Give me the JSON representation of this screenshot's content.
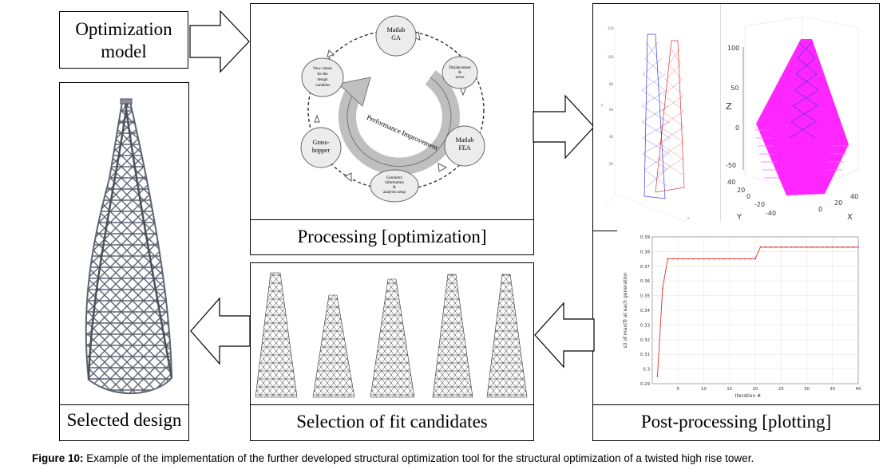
{
  "diagram": {
    "optimization_model_lines": [
      "Optimization",
      "model"
    ],
    "processing_label": "Processing [optimization]",
    "postprocessing_label": "Post-processing [plotting]",
    "selection_label": "Selection of fit candidates",
    "selected_label": "Selected design",
    "cycle": {
      "matlab_ga": [
        "Matlab",
        "GA"
      ],
      "displacement": [
        "Displacement",
        "&",
        "stress"
      ],
      "matlab_fea": [
        "Matlab",
        "FEA"
      ],
      "geometry": [
        "Geometry",
        "information",
        "&",
        "analysis setup"
      ],
      "grasshopper": [
        "Grass-",
        "hopper"
      ],
      "new_values": [
        "New values",
        "for the",
        "design",
        "variables"
      ],
      "center_text": "Performance Improvement"
    },
    "plot3d_right": {
      "z_label": "Z",
      "y_label": "Y",
      "x_label": "X",
      "z_ticks": [
        "100",
        "50",
        "0",
        "-50"
      ],
      "y_ticks": [
        "40",
        "20",
        "0",
        "-20",
        "-40"
      ],
      "x_ticks": [
        "0",
        "20",
        "40"
      ]
    }
  },
  "caption": {
    "label": "Figure 10:",
    "text": " Example of the implementation of the further developed structural optimization tool for the structural optimization of a twisted high rise tower."
  },
  "chart_data": {
    "type": "line",
    "title": "",
    "xlabel": "Iteration #",
    "ylabel": "s3 of max(f) at each generation",
    "xlim": [
      0,
      40
    ],
    "ylim": [
      0.29,
      0.39
    ],
    "x_ticks": [
      5,
      10,
      15,
      20,
      25,
      30,
      35,
      40
    ],
    "y_ticks": [
      0.29,
      0.3,
      0.31,
      0.32,
      0.33,
      0.34,
      0.35,
      0.36,
      0.37,
      0.38,
      0.39
    ],
    "grid": true,
    "series": [
      {
        "color": "#e0302c",
        "x": [
          1,
          2,
          3,
          4,
          5,
          6,
          7,
          8,
          9,
          10,
          11,
          12,
          13,
          14,
          15,
          16,
          17,
          18,
          19,
          20,
          21,
          22,
          23,
          24,
          25,
          26,
          27,
          28,
          29,
          30,
          31,
          32,
          33,
          34,
          35,
          36,
          37,
          38,
          39,
          40
        ],
        "values": [
          0.295,
          0.355,
          0.375,
          0.375,
          0.375,
          0.375,
          0.375,
          0.375,
          0.375,
          0.375,
          0.375,
          0.375,
          0.375,
          0.375,
          0.375,
          0.375,
          0.375,
          0.375,
          0.375,
          0.375,
          0.383,
          0.383,
          0.383,
          0.383,
          0.383,
          0.383,
          0.383,
          0.383,
          0.383,
          0.383,
          0.383,
          0.383,
          0.383,
          0.383,
          0.383,
          0.383,
          0.383,
          0.383,
          0.383,
          0.383
        ]
      }
    ]
  }
}
